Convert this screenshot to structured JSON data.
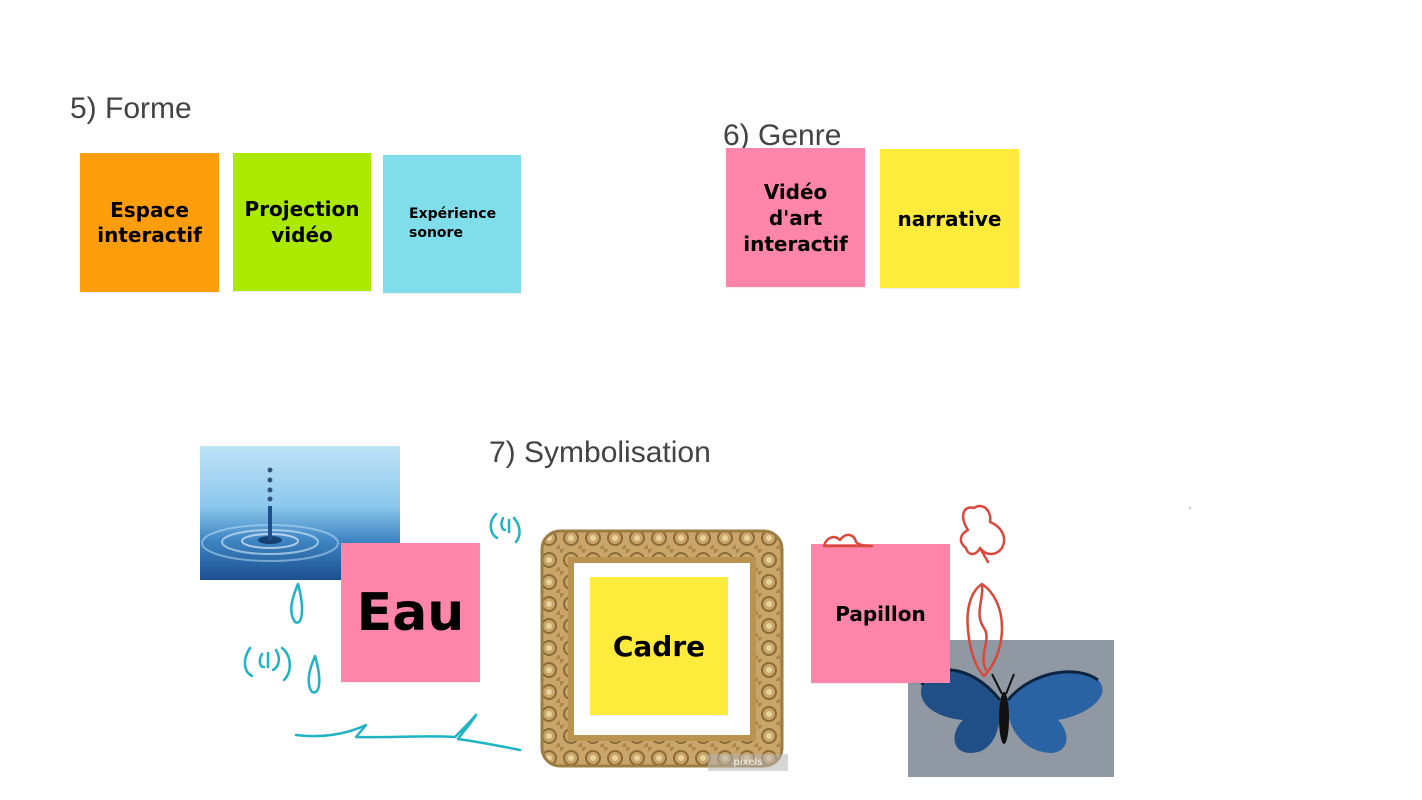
{
  "sections": {
    "forme": {
      "title": "5) Forme",
      "notes": [
        {
          "text": "Espace\ninteractif",
          "color": "#ff9e0d"
        },
        {
          "text": "Projection\nvidéo",
          "color": "#abea00"
        },
        {
          "text": "Expérience\nsonore",
          "color": "#80deea"
        }
      ]
    },
    "genre": {
      "title": "6) Genre",
      "notes": [
        {
          "text": "Vidéo\nd'art\ninteractif",
          "color": "#ff85ab"
        },
        {
          "text": "narrative",
          "color": "#ffeb3b"
        }
      ]
    },
    "symbolisation": {
      "title": "7) Symbolisation",
      "notes": [
        {
          "text": "Eau",
          "color": "#ff85ab"
        },
        {
          "text": "Cadre",
          "color": "#ffeb3b"
        },
        {
          "text": "Papillon",
          "color": "#ff85ab"
        }
      ]
    }
  },
  "images": {
    "water": "water-drop-photo",
    "frame": "ornate-gold-frame",
    "butterfly": "blue-butterfly-photo",
    "watermark": "pixels"
  },
  "colors": {
    "heading": "#434343",
    "doodle_teal": "#1fb3c4",
    "doodle_red": "#d9483b"
  }
}
